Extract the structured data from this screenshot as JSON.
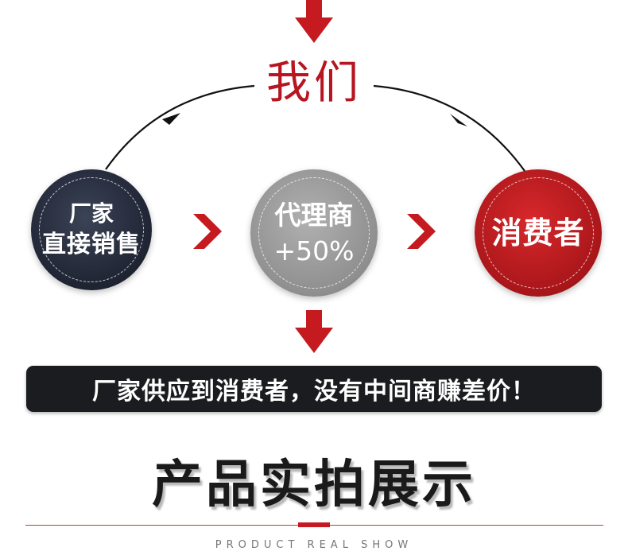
{
  "diagram": {
    "top_node": "我们",
    "nodes": [
      {
        "lines": [
          "厂家",
          "直接销售"
        ]
      },
      {
        "lines": [
          "代理商",
          "+50%"
        ]
      },
      {
        "lines": [
          "消费者"
        ]
      }
    ]
  },
  "banner": {
    "text": "厂家供应到消费者，没有中间商赚差价！"
  },
  "section": {
    "title": "产品实拍展示",
    "subtitle": "PRODUCT REAL SHOW"
  },
  "colors": {
    "accent_red": "#c51a20",
    "dark_node": "#1f2433",
    "gray_node": "#8f8f8f",
    "red_node": "#a8161a",
    "banner_bg": "#1b1c1f"
  }
}
